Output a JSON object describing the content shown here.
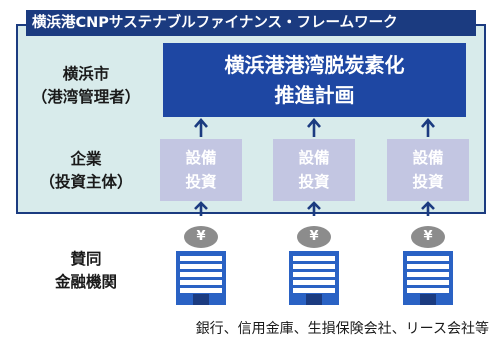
{
  "framework": {
    "title": "横浜港CNPサステナブルファイナンス・フレームワーク"
  },
  "actors": {
    "city": {
      "line1": "横浜市",
      "line2": "（港湾管理者）"
    },
    "company": {
      "line1": "企業",
      "line2": "（投資主体）"
    },
    "finance": {
      "line1": "賛同",
      "line2": "金融機関"
    }
  },
  "main_plan": {
    "line1": "横浜港港湾脱炭素化",
    "line2": "推進計画"
  },
  "investments": [
    {
      "line1": "設備",
      "line2": "投資"
    },
    {
      "line1": "設備",
      "line2": "投資"
    },
    {
      "line1": "設備",
      "line2": "投資"
    }
  ],
  "money_symbol": "¥",
  "footer": "銀行、信用金庫、生損保険会社、リース会社等",
  "colors": {
    "frame_fill": "#d8ebeb",
    "frame_border": "#1b3b80",
    "main_box": "#1e47a3",
    "investment_box": "#c3c6e2",
    "arrow": "#1b3b80",
    "yen_circle": "#8c8c8c",
    "building": "#2a62c4"
  }
}
